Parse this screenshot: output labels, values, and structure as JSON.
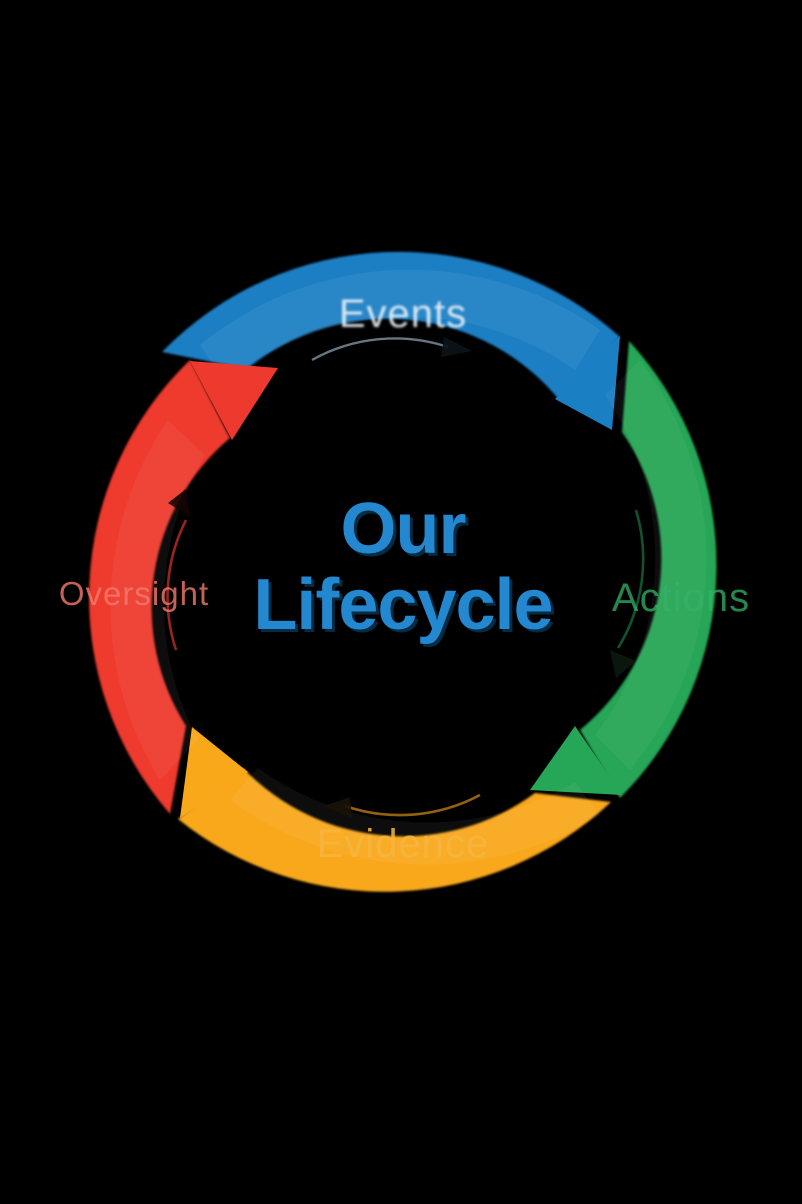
{
  "diagram": {
    "type": "cycle-diagram",
    "title_line1": "Our",
    "title_line2": "Lifecycle",
    "background_color": "#000000",
    "center_text_color": "#2388cf",
    "segment_count": 4,
    "direction": "clockwise",
    "segments": [
      {
        "id": "events",
        "label": "Events",
        "color": "#1b7fc4",
        "position": "top",
        "order": 1,
        "arrow": "clockwise-arrow-icon"
      },
      {
        "id": "actions",
        "label": "Actions",
        "color": "#26a657",
        "position": "right",
        "order": 2,
        "arrow": "clockwise-arrow-icon"
      },
      {
        "id": "evidence",
        "label": "Evidence",
        "color": "#f9a81a",
        "position": "bottom",
        "order": 3,
        "arrow": "clockwise-arrow-icon"
      },
      {
        "id": "oversight",
        "label": "Oversight",
        "color": "#ee3a2e",
        "position": "left",
        "order": 4,
        "arrow": "clockwise-arrow-icon"
      }
    ]
  },
  "chart_data": {
    "type": "pie",
    "title": "Our Lifecycle",
    "categories": [
      "Events",
      "Actions",
      "Evidence",
      "Oversight"
    ],
    "values": [
      25,
      25,
      25,
      25
    ],
    "colors": [
      "#1b7fc4",
      "#26a657",
      "#f9a81a",
      "#ee3a2e"
    ],
    "xlabel": "",
    "ylabel": "",
    "legend": "none",
    "grid": false,
    "annotations": [
      "Our",
      "Lifecycle"
    ]
  }
}
